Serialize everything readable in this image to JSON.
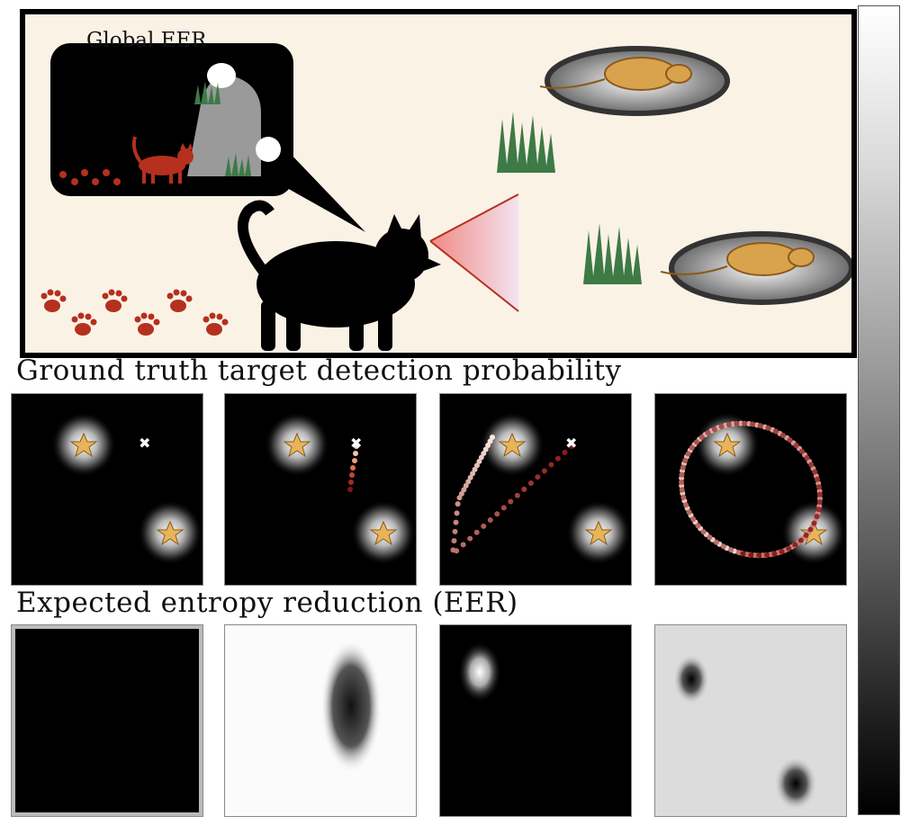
{
  "scene": {
    "bubble_label": "Global EER"
  },
  "sections": {
    "ground_truth_title": "Ground truth target detection probability",
    "eer_title": "Expected entropy reduction (EER)"
  },
  "colors": {
    "scene_background": "#fbf2e6",
    "cat": "#000000",
    "paw_prints": "#b5301e",
    "grass": "#3d7a46",
    "rat": "#d9a24d",
    "cone": "#f3a3a0",
    "star": "#e8b45a"
  },
  "icons": [
    "cat-icon",
    "small-cat-icon",
    "paw-print-icon",
    "grass-icon",
    "rat-icon",
    "rock-icon",
    "vision-cone-icon",
    "star-icon",
    "cross-marker-icon"
  ]
}
